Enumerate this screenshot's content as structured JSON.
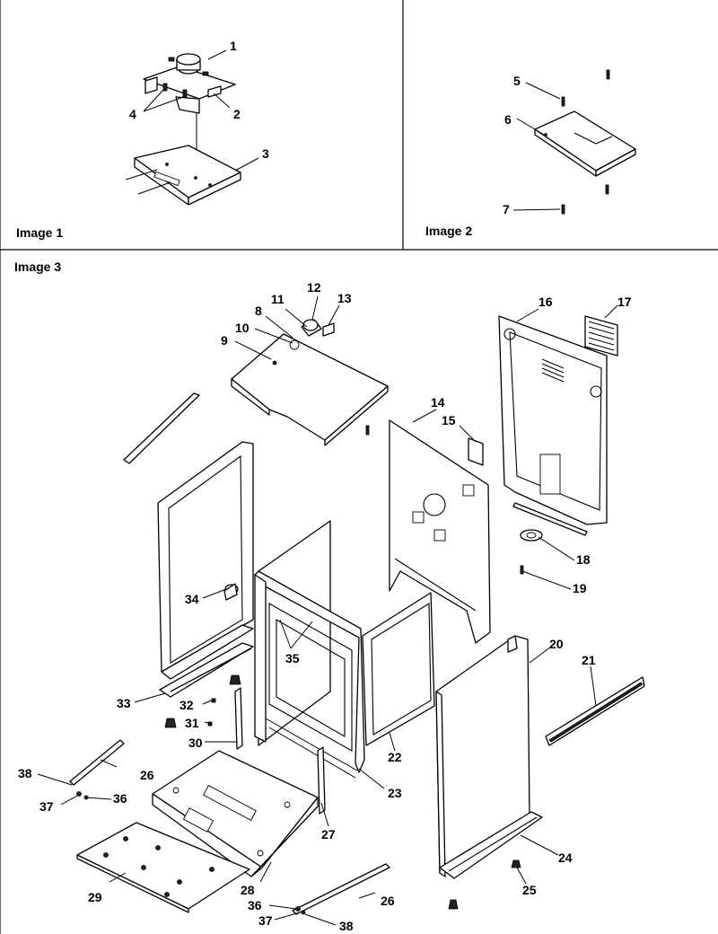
{
  "captions": {
    "image1": "Image 1",
    "image2": "Image 2",
    "image3": "Image 3"
  },
  "labels": {
    "p1": "1",
    "p2": "2",
    "p3": "3",
    "p4": "4",
    "p5": "5",
    "p6": "6",
    "p7": "7",
    "p8": "8",
    "p9": "9",
    "p10": "10",
    "p11": "11",
    "p12": "12",
    "p13": "13",
    "p14": "14",
    "p15": "15",
    "p16": "16",
    "p17": "17",
    "p18": "18",
    "p19": "19",
    "p20": "20",
    "p21": "21",
    "p22": "22",
    "p23": "23",
    "p24": "24",
    "p25": "25",
    "p26a": "26",
    "p26b": "26",
    "p27": "27",
    "p28": "28",
    "p29": "29",
    "p30": "30",
    "p31": "31",
    "p32": "32",
    "p33": "33",
    "p34": "34",
    "p35": "35",
    "p36a": "36",
    "p36b": "36",
    "p37a": "37",
    "p37b": "37",
    "p38a": "38",
    "p38b": "38"
  }
}
